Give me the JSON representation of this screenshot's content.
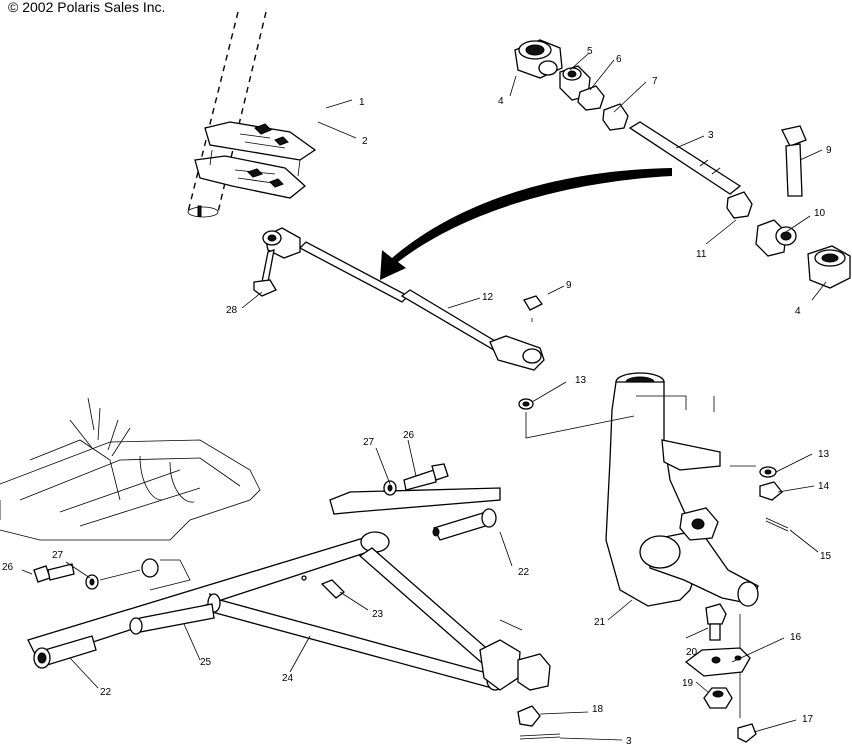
{
  "copyright": "© 2002 Polaris Sales Inc.",
  "callouts": {
    "c1": "1",
    "c2": "2",
    "c3": "3",
    "c3b": "3",
    "c4a": "4",
    "c4b": "4",
    "c5": "5",
    "c6": "6",
    "c7": "7",
    "c9a": "9",
    "c9b": "9",
    "c10": "10",
    "c11": "11",
    "c12": "12",
    "c13a": "13",
    "c13b": "13",
    "c14": "14",
    "c15": "15",
    "c16": "16",
    "c17": "17",
    "c18": "18",
    "c19": "19",
    "c20": "20",
    "c21": "21",
    "c22a": "22",
    "c22b": "22",
    "c23": "23",
    "c24": "24",
    "c25": "25",
    "c26a": "26",
    "c26b": "26",
    "c27a": "27",
    "c27b": "27",
    "c28": "28"
  }
}
